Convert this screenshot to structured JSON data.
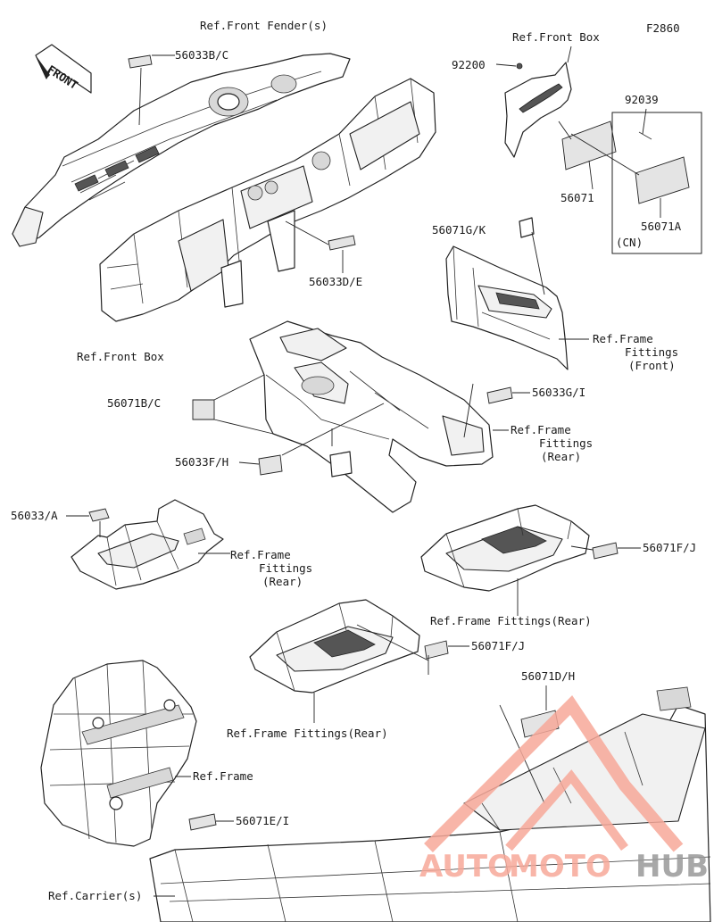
{
  "figure_code": "F2860",
  "front_arrow": "FRONT",
  "callouts": {
    "ref_front_fender": "Ref.Front Fender(s)",
    "p56033bc": "56033B/C",
    "ref_front_box_top": "Ref.Front Box",
    "p92200": "92200",
    "p92039": "92039",
    "p56071": "56071",
    "p56071a": "56071A",
    "cn": "(CN)",
    "p56033de": "56033D/E",
    "ref_front_box_left": "Ref.Front Box",
    "p56071gk": "56071G/K",
    "ref_frame_fittings_front_1": "Ref.Frame",
    "ref_frame_fittings_front_2": "Fittings",
    "ref_frame_fittings_front_3": "(Front)",
    "p56071bc": "56071B/C",
    "p56033gi": "56033G/I",
    "ref_frame_fittings_rear_mid_1": "Ref.Frame",
    "ref_frame_fittings_rear_mid_2": "Fittings",
    "ref_frame_fittings_rear_mid_3": "(Rear)",
    "p56033fh": "56033F/H",
    "p56033a": "56033/A",
    "ref_frame_fittings_rear_left_1": "Ref.Frame",
    "ref_frame_fittings_rear_left_2": "Fittings",
    "ref_frame_fittings_rear_left_3": "(Rear)",
    "p56071fj_right": "56071F/J",
    "ref_frame_fittings_rear_right": "Ref.Frame Fittings(Rear)",
    "p56071fj_mid": "56071F/J",
    "ref_frame_fittings_rear_center": "Ref.Frame Fittings(Rear)",
    "p56071dh": "56071D/H",
    "ref_frame": "Ref.Frame",
    "p56071ei": "56071E/I",
    "ref_carrier": "Ref.Carrier(s)"
  },
  "watermark": {
    "part1": "AUTO",
    "part2": "MOTO",
    "part3": "HUB",
    "color_light": "#f7a99a",
    "color_dark": "#9a9a9a"
  }
}
